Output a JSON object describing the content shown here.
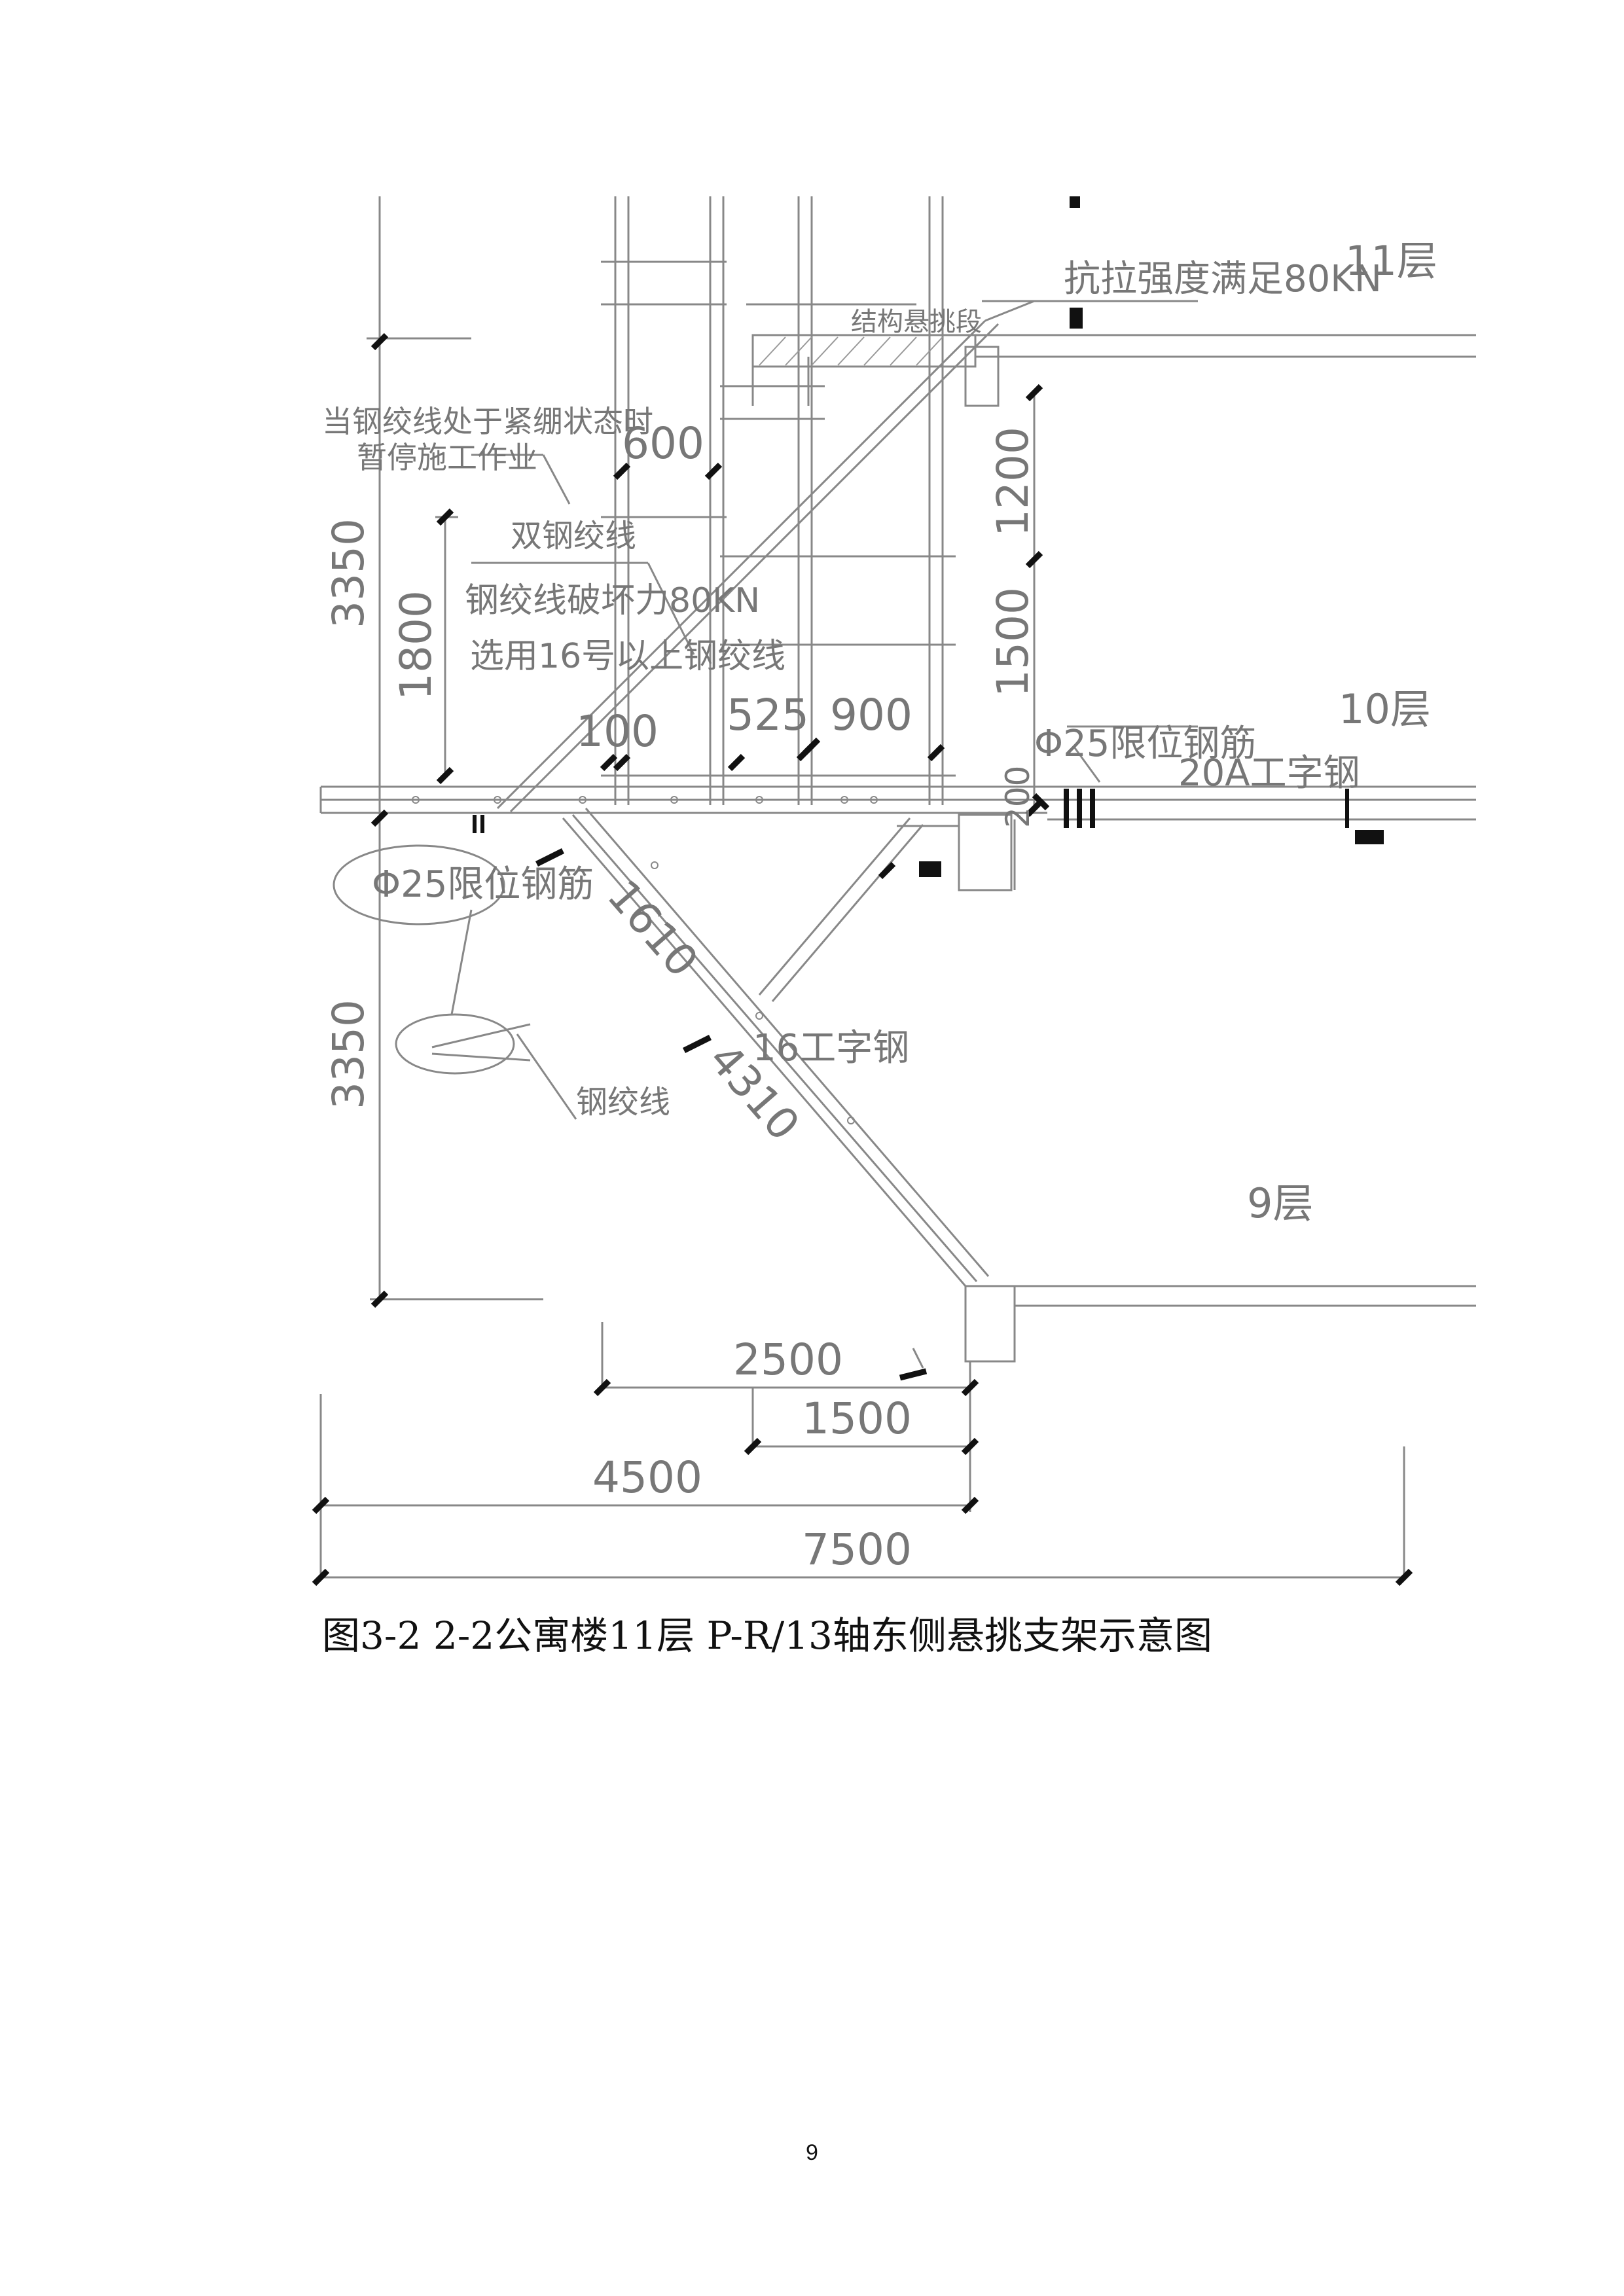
{
  "floors": {
    "f11": "11层",
    "f10": "10层",
    "f9": "9层"
  },
  "notes": {
    "tensile": "抗拉强度满足80KN",
    "structure": "结构悬挑段",
    "warning_line1": "当钢绞线处于紧绷状态时",
    "warning_line2": "暂停施工作业",
    "double_strand": "双钢绞线",
    "break_force": "钢绞线破坏力80KN",
    "select_strand": "选用16号以上钢绞线",
    "rebar_right": "Φ25限位钢筋",
    "beam_20a": "20A工字钢",
    "rebar_left": "Φ25限位钢筋",
    "beam_16": "16工字钢",
    "strand": "钢绞线"
  },
  "dims": {
    "d3350_top": "3350",
    "d1800": "1800",
    "d600": "600",
    "d100": "100",
    "d525": "525",
    "d900": "900",
    "d1200": "1200",
    "d1500_v": "1500",
    "d200": "200",
    "d3350_bottom": "3350",
    "d1610": "1610",
    "d4310": "4310",
    "d2500": "2500",
    "d1500_h": "1500",
    "d4500": "4500",
    "d7500": "7500"
  },
  "caption": "图3-2 2-2公寓楼11层 P-R/13轴东侧悬挑支架示意图",
  "page_number": "9"
}
